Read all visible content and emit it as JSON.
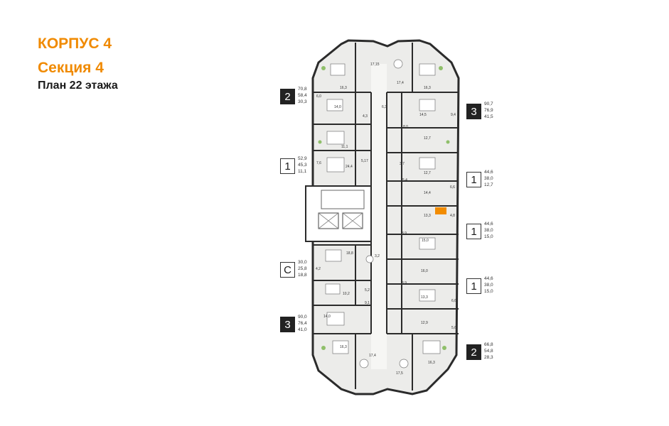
{
  "header": {
    "building": "КОРПУС 4",
    "section": "Секция 4",
    "floor": "План 22 этажа"
  },
  "units_left": [
    {
      "rooms": "2",
      "areas": [
        "70,8",
        "58,4",
        "30,3"
      ]
    },
    {
      "rooms": "1",
      "areas": [
        "52,9",
        "45,3",
        "11,1"
      ]
    },
    {
      "rooms": "С",
      "areas": [
        "30,0",
        "25,8",
        "18,8"
      ]
    },
    {
      "rooms": "3",
      "areas": [
        "90,0",
        "76,4",
        "41,0"
      ]
    }
  ],
  "units_right": [
    {
      "rooms": "3",
      "areas": [
        "90,7",
        "76,9",
        "41,5"
      ]
    },
    {
      "rooms": "1",
      "areas": [
        "44,6",
        "38,0",
        "12,7"
      ]
    },
    {
      "rooms": "1",
      "areas": [
        "44,6",
        "38,0",
        "15,0"
      ]
    },
    {
      "rooms": "1",
      "areas": [
        "44,6",
        "38,0",
        "15,0"
      ]
    },
    {
      "rooms": "2",
      "areas": [
        "66,8",
        "54,8",
        "28,3"
      ]
    }
  ],
  "room_labels": [
    "16,3",
    "17,15",
    "17,4",
    "16,3",
    "14,0",
    "6,3",
    "14,5",
    "9,4",
    "11,1",
    "4,3",
    "8,0",
    "12,7",
    "24,4",
    "5,17",
    "3,7",
    "12,7",
    "5,4",
    "14,4",
    "13,3",
    "3,9",
    "15,0",
    "18,8",
    "3,2",
    "16,0",
    "10,2",
    "5,2",
    "9,1",
    "3,9",
    "13,3",
    "14,0",
    "12,9",
    "16,3",
    "17,4",
    "17,5",
    "16,3",
    "6,6",
    "4,8",
    "6,6",
    "5,6",
    "7,6",
    "6,0",
    "4,2"
  ],
  "colors": {
    "accent": "#f08a00",
    "wall": "#2b2b2b",
    "floor": "#e9e9e6",
    "highlight": "#f28c00"
  }
}
